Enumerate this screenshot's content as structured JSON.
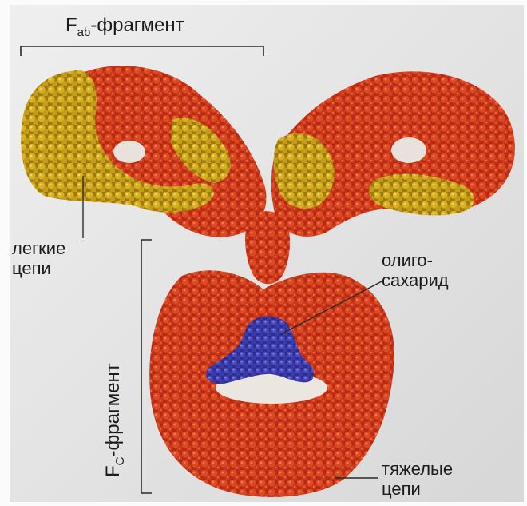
{
  "labels": {
    "fab_main": "F",
    "fab_sub": "ab",
    "fab_rest": "-фрагмент",
    "light_line1": "легкие",
    "light_line2": "цепи",
    "oligo_line1": "олиго-",
    "oligo_line2": "сахарид",
    "fc_main": "F",
    "fc_sub": "C",
    "fc_rest": "-фрагмент",
    "heavy_line1": "тяжелые",
    "heavy_line2": "цепи"
  },
  "colors": {
    "heavy_chain": "#c8341a",
    "light_chain": "#c9a317",
    "oligosaccharide": "#3b3ba8",
    "background": "#e4e4e4"
  }
}
